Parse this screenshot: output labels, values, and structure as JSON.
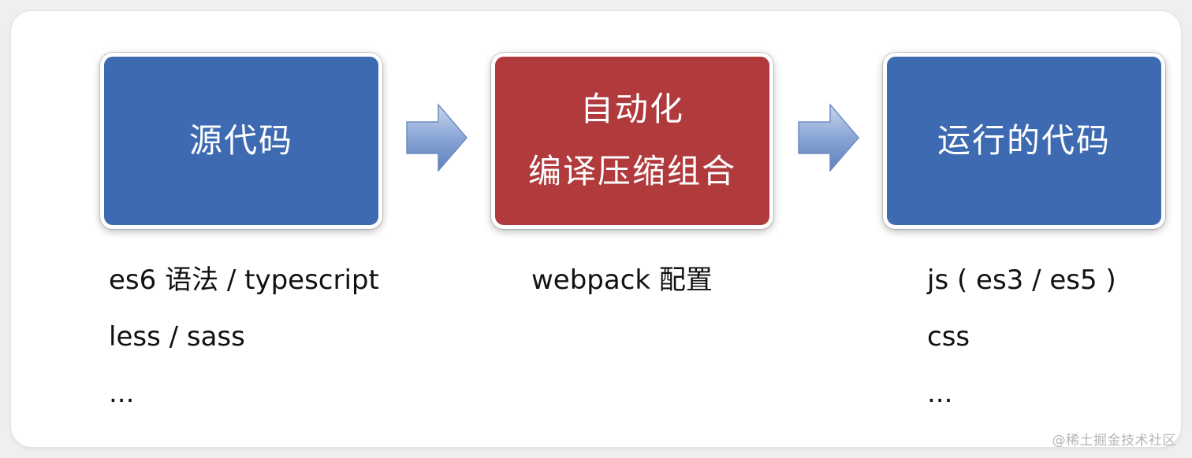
{
  "steps": [
    {
      "label_lines": [
        "源代码"
      ],
      "notes": [
        "es6 语法 / typescript",
        "less / sass",
        "..."
      ]
    },
    {
      "label_lines": [
        "自动化",
        "编译压缩组合"
      ],
      "notes": [
        "webpack 配置"
      ]
    },
    {
      "label_lines": [
        "运行的代码"
      ],
      "notes": [
        "js ( es3 / es5 )",
        "css",
        "..."
      ]
    }
  ],
  "colors": {
    "source_box": "#3e6ab2",
    "build_box": "#b13a3d",
    "output_box": "#3e6ab2",
    "arrow": "#8aa6d6"
  },
  "watermark": "@稀土掘金技术社区"
}
